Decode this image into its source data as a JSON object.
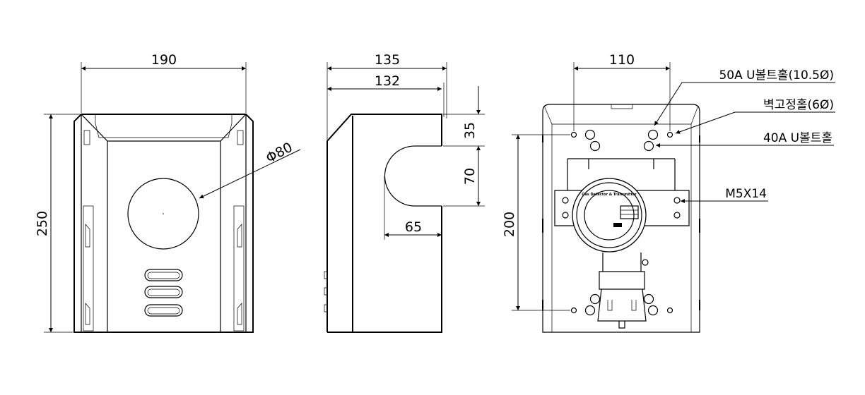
{
  "front_view": {
    "width_dim": "190",
    "height_dim": "250",
    "hole_dim": "Φ80"
  },
  "side_view": {
    "depth_dim": "135",
    "inner_depth_dim": "132",
    "top_offset_dim": "35",
    "cutout_height_dim": "70",
    "cutout_depth_dim": "65"
  },
  "back_view": {
    "hole_spacing_h_dim": "110",
    "hole_spacing_v_dim": "200",
    "callouts": [
      "50A U볼트홀(10.5Ø)",
      "벽고정홀(6Ø)",
      "40A U볼트홀",
      "M5X14"
    ],
    "device_label": "Gas Detector & Transmitter"
  }
}
